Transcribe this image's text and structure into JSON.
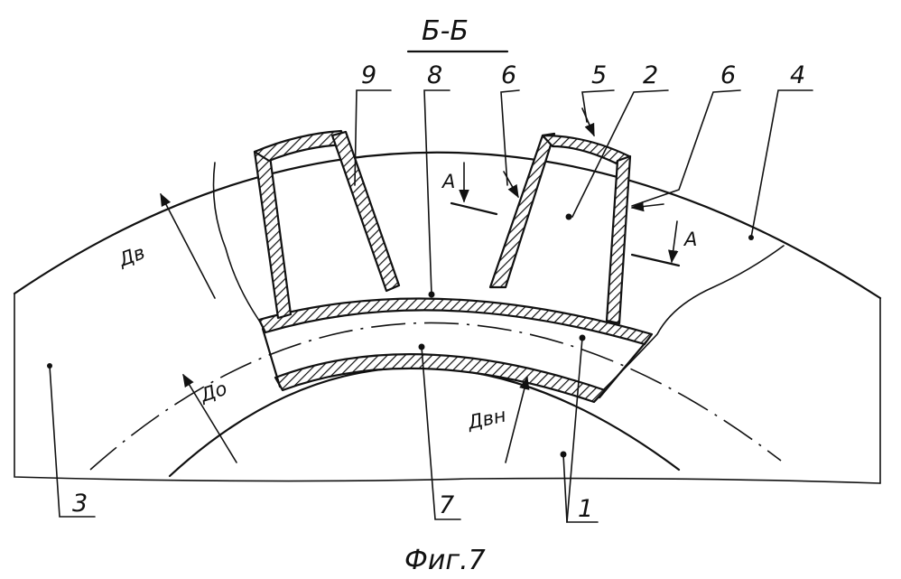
{
  "section_title": "Б-Б",
  "figure_caption": "Фиг.7",
  "callouts": {
    "n1": "1",
    "n2": "2",
    "n3": "3",
    "n4": "4",
    "n5": "5",
    "n6a": "6",
    "n6b": "6",
    "n7": "7",
    "n8": "8",
    "n9": "9"
  },
  "dimensions": {
    "outer": "Дв",
    "middle": "До",
    "inner": "Двн"
  },
  "section_marks": {
    "left": "А",
    "right": "А"
  }
}
